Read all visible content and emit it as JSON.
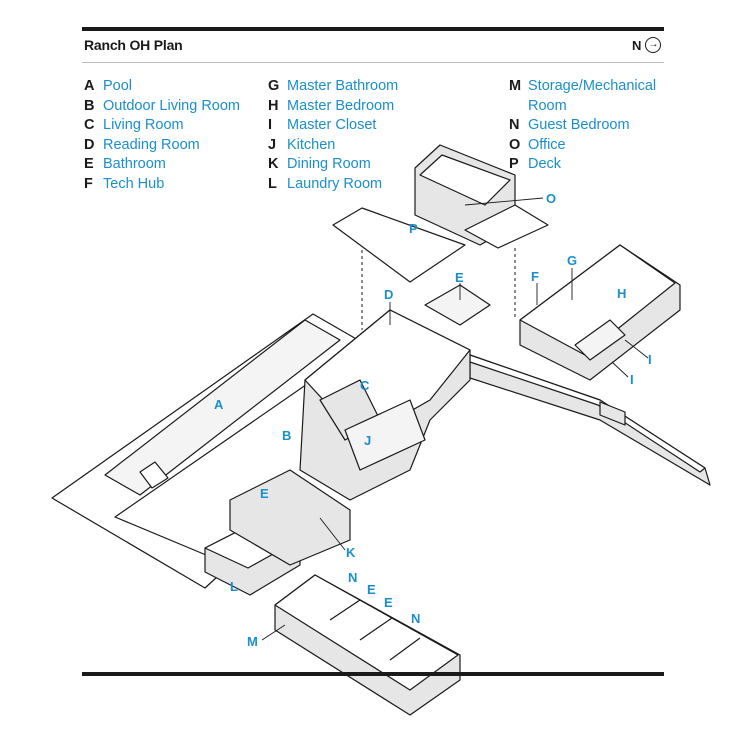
{
  "header": {
    "title": "Ranch OH Plan",
    "north_label": "N",
    "north_icon": "arrow-right-circle-icon"
  },
  "legend": {
    "columns": [
      [
        {
          "key": "A",
          "label": "Pool"
        },
        {
          "key": "B",
          "label": "Outdoor Living Room"
        },
        {
          "key": "C",
          "label": "Living Room"
        },
        {
          "key": "D",
          "label": "Reading Room"
        },
        {
          "key": "E",
          "label": "Bathroom"
        },
        {
          "key": "F",
          "label": "Tech Hub"
        }
      ],
      [
        {
          "key": "G",
          "label": "Master Bathroom"
        },
        {
          "key": "H",
          "label": "Master Bedroom"
        },
        {
          "key": "I",
          "label": "Master Closet"
        },
        {
          "key": "J",
          "label": "Kitchen"
        },
        {
          "key": "K",
          "label": "Dining Room"
        },
        {
          "key": "L",
          "label": "Laundry Room"
        }
      ],
      [
        {
          "key": "M",
          "label": "Storage/Mechanical Room"
        },
        {
          "key": "N",
          "label": "Guest Bedroom"
        },
        {
          "key": "O",
          "label": "Office"
        },
        {
          "key": "P",
          "label": "Deck"
        }
      ]
    ]
  },
  "plan": {
    "room_labels": {
      "A": "A",
      "B": "B",
      "C": "C",
      "D": "D",
      "E1": "E",
      "E2": "E",
      "E3": "E",
      "E4": "E",
      "F": "F",
      "G": "G",
      "H": "H",
      "I1": "I",
      "I2": "I",
      "J": "J",
      "K": "K",
      "L": "L",
      "M": "M",
      "N1": "N",
      "N2": "N",
      "O": "O",
      "P": "P"
    }
  },
  "colors": {
    "label_blue": "#1a8fcc",
    "line": "#1a1a1a",
    "wall_fill": "#e6e6e6",
    "floor_fill": "#ffffff"
  }
}
